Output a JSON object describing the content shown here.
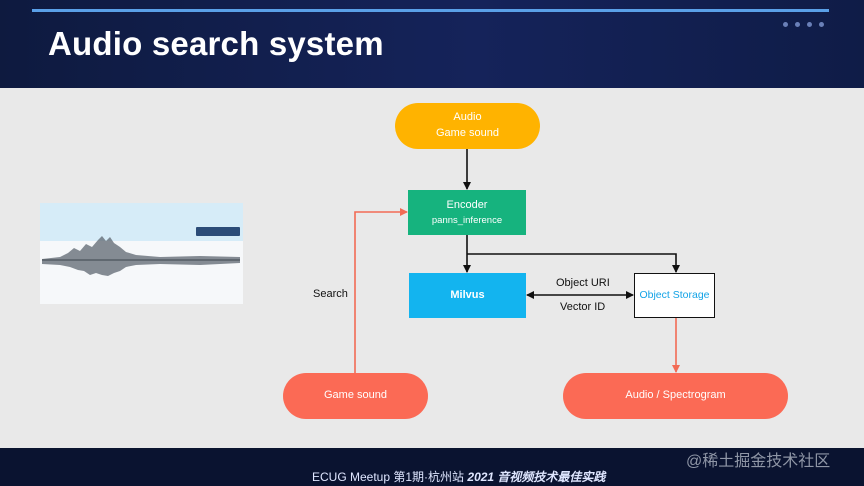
{
  "slide": {
    "title": "Audio search system",
    "footer_text": "ECUG Meetup",
    "footer_session": "第1期·杭州站",
    "footer_theme": "2021 音视频技术最佳实践",
    "watermark": "@稀土掘金技术社区"
  },
  "diagram": {
    "input_node": {
      "line1": "Audio",
      "line2": "Game sound"
    },
    "encoder_node": {
      "line1": "Encoder",
      "line2": "panns_inference"
    },
    "milvus_node": {
      "label": "Milvus"
    },
    "storage_node": {
      "label": "Object Storage"
    },
    "query_node": {
      "label": "Game sound"
    },
    "result_node": {
      "label": "Audio / Spectrogram"
    },
    "edge_labels": {
      "search": "Search",
      "object_uri": "Object URI",
      "vector_id": "Vector ID"
    }
  },
  "colors": {
    "yellow": "#ffb300",
    "green": "#16b37e",
    "blue": "#13b4ef",
    "red": "#fb6a55",
    "storage_text": "#13a3e6"
  }
}
